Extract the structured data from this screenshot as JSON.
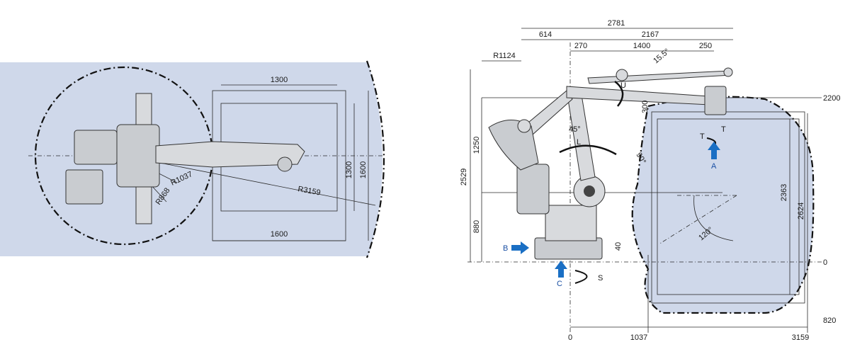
{
  "colors": {
    "workspace_fill": "#cfd8ea",
    "arrow_blue": "#1a6fc4",
    "line": "#2a2a2a"
  },
  "top_view": {
    "dim_1300_top": "1300",
    "dim_1600_bottom": "1600",
    "dim_1300_side": "1300",
    "dim_1600_side": "1600",
    "r1037": "R1037",
    "r868": "R868",
    "r3159": "R3159"
  },
  "side_view": {
    "dim_2781": "2781",
    "dim_614": "614",
    "dim_2167": "2167",
    "dim_270": "270",
    "dim_1400": "1400",
    "dim_250": "250",
    "dim_r1124": "R1124",
    "dim_15_5": "15.5°",
    "dim_300": "300",
    "dim_45": "45°",
    "dim_90": "90°",
    "dim_120": "120°",
    "dim_2529": "2529",
    "dim_1250": "1250",
    "dim_880": "880",
    "dim_40": "40",
    "dim_2363": "2363",
    "dim_2624": "2624",
    "right_2200": "2200",
    "right_0": "0",
    "right_820": "820",
    "bottom_0": "0",
    "bottom_1037": "1037",
    "bottom_3159": "3159",
    "label_u": "U",
    "label_l": "L",
    "label_t": "T",
    "label_t_ref": "T",
    "label_a": "A",
    "label_b": "B",
    "label_c": "C",
    "label_s": "S"
  }
}
